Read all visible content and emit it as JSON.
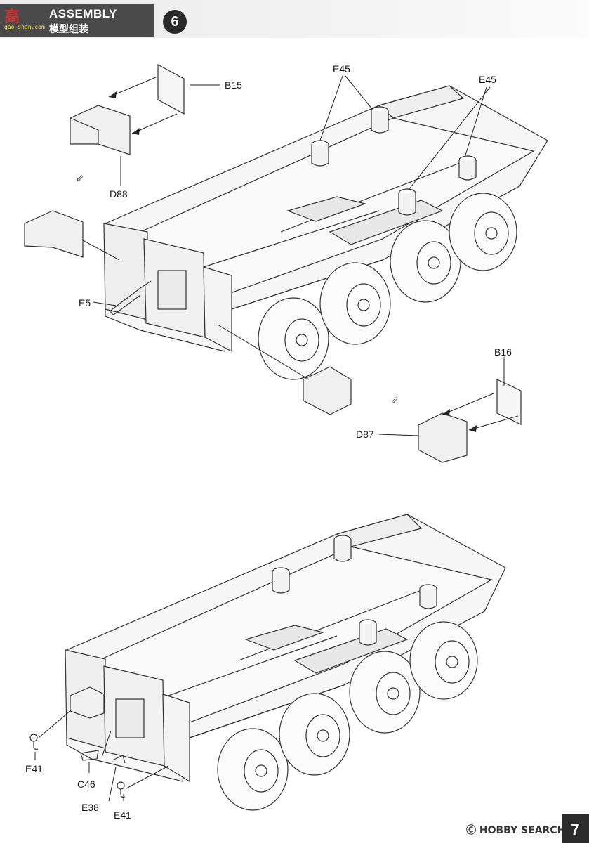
{
  "header": {
    "title_en": "ASSEMBLY",
    "title_cn": "模型组装",
    "logo_text": "高",
    "logo_sub": "gao-shan.com",
    "step_number": "6"
  },
  "labels": {
    "b15": "B15",
    "d88": "D88",
    "e45_a": "E45",
    "e45_b": "E45",
    "e5": "E5",
    "b16": "B16",
    "d87": "D87",
    "e41_a": "E41",
    "c46": "C46",
    "e38": "E38",
    "e41_b": "E41"
  },
  "footer": {
    "brand": "Ⓒ HOBBY SEARCH",
    "page": "7"
  }
}
